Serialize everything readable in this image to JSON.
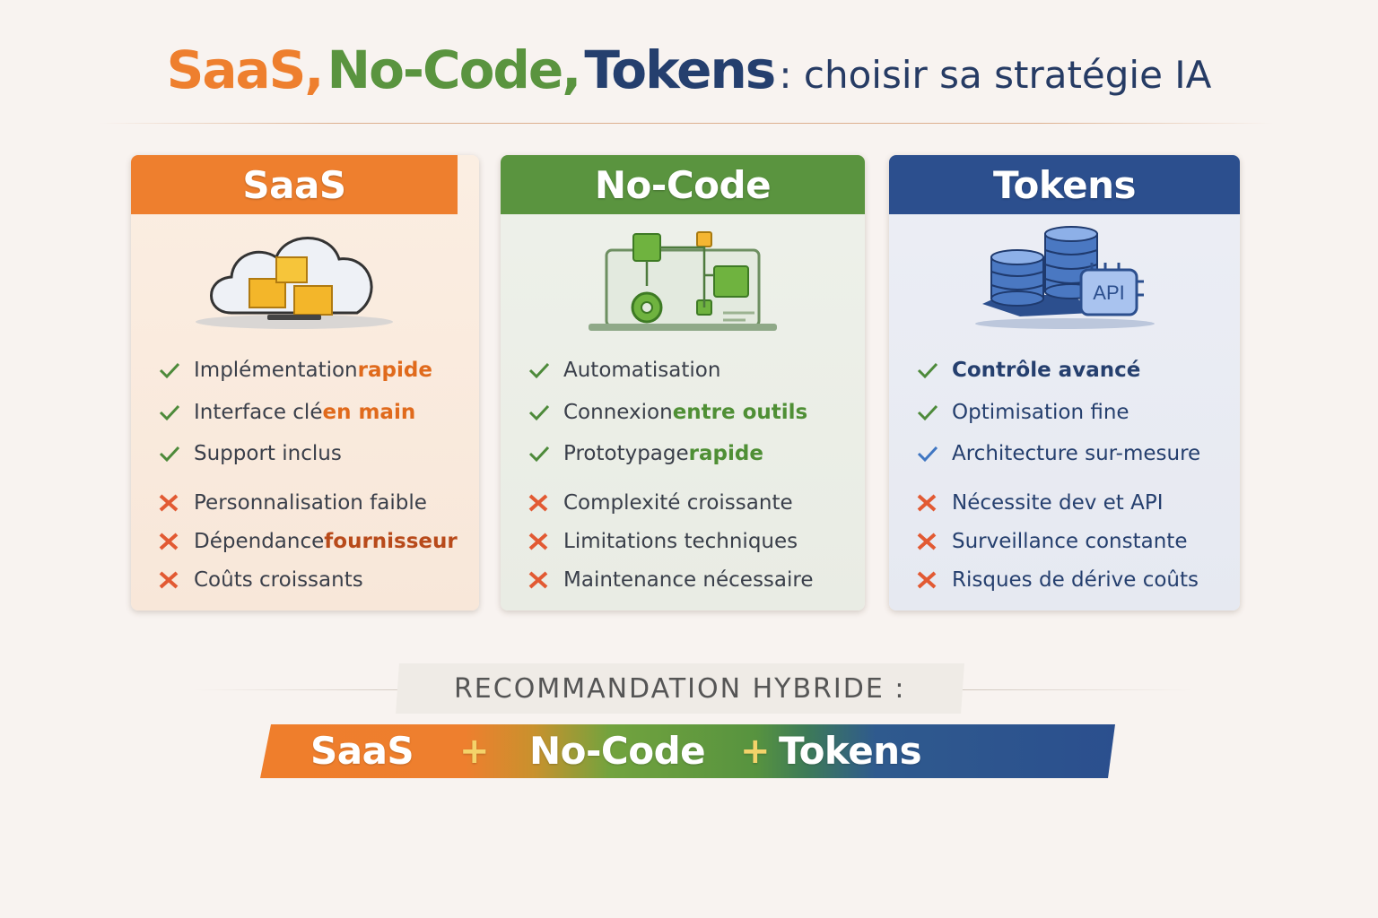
{
  "title": {
    "saas": "SaaS,",
    "nocode": "No-Code,",
    "tokens": "Tokens",
    "subtitle": ": choisir sa stratégie IA"
  },
  "colors": {
    "saas": "#ee7f2e",
    "nocode": "#5a943f",
    "tokens": "#2c4f8e",
    "check_saas": "#4d8a3a",
    "cross": "#e25a33"
  },
  "cards": [
    {
      "key": "saas",
      "name": "SaaS",
      "icon": "cloud-boxes-icon",
      "pros": [
        {
          "text": "Implémentation ",
          "highlight": "rapide"
        },
        {
          "text": "Interface clé ",
          "highlight": "en main"
        },
        {
          "text": "Support inclus",
          "highlight": ""
        }
      ],
      "cons": [
        {
          "text": "Personnalisation faible",
          "highlight": ""
        },
        {
          "text": "Dépendance ",
          "highlight": "fournisseur"
        },
        {
          "text": "Coûts croissants",
          "highlight": ""
        }
      ]
    },
    {
      "key": "nocode",
      "name": "No-Code",
      "icon": "workflow-laptop-icon",
      "pros": [
        {
          "text": "Automatisation",
          "highlight": ""
        },
        {
          "text": "Connexion ",
          "highlight": "entre outils"
        },
        {
          "text": "Prototypage ",
          "highlight": "rapide"
        }
      ],
      "cons": [
        {
          "text": "Complexité croissante",
          "highlight": ""
        },
        {
          "text": "Limitations techniques",
          "highlight": ""
        },
        {
          "text": "Maintenance nécessaire",
          "highlight": ""
        }
      ]
    },
    {
      "key": "tokens",
      "name": "Tokens",
      "icon": "database-api-chip-icon",
      "api_label": "API",
      "pros": [
        {
          "text": "",
          "highlight": "Contrôle avancé"
        },
        {
          "text": "Optimisation fine",
          "highlight": ""
        },
        {
          "text": "Architecture sur-mesure",
          "highlight": ""
        }
      ],
      "cons": [
        {
          "text": "Nécessite dev et API",
          "highlight": ""
        },
        {
          "text": "Surveillance constante",
          "highlight": ""
        },
        {
          "text": "Risques de dérive coûts",
          "highlight": ""
        }
      ]
    }
  ],
  "recommendation": {
    "label": "RECOMMANDATION HYBRIDE :",
    "parts": [
      "SaaS",
      "No-Code",
      "Tokens"
    ],
    "plus": "+"
  }
}
